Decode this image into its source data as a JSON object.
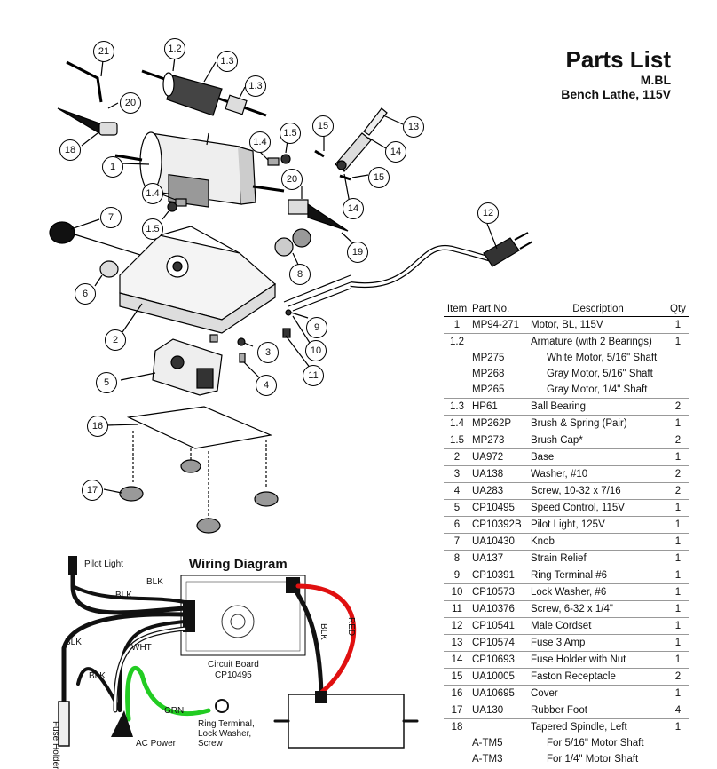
{
  "header": {
    "title": "Parts List",
    "model": "M.BL",
    "subtitle": "Bench Lathe, 115V"
  },
  "table": {
    "headers": {
      "item": "Item",
      "part": "Part No.",
      "desc": "Description",
      "qty": "Qty"
    },
    "rows": [
      {
        "item": "1",
        "part": "MP94-271",
        "desc": "Motor, BL, 115V",
        "qty": "1",
        "sep": false,
        "indent": false
      },
      {
        "item": "1.2",
        "part": "",
        "desc": "Armature (with 2 Bearings)",
        "qty": "1",
        "sep": true,
        "indent": false
      },
      {
        "item": "",
        "part": "MP275",
        "desc": "White Motor, 5/16\" Shaft",
        "qty": "",
        "sep": false,
        "indent": true
      },
      {
        "item": "",
        "part": "MP268",
        "desc": "Gray Motor, 5/16\" Shaft",
        "qty": "",
        "sep": false,
        "indent": true
      },
      {
        "item": "",
        "part": "MP265",
        "desc": "Gray Motor, 1/4\" Shaft",
        "qty": "",
        "sep": false,
        "indent": true
      },
      {
        "item": "1.3",
        "part": "HP61",
        "desc": "Ball Bearing",
        "qty": "2",
        "sep": true,
        "indent": false
      },
      {
        "item": "1.4",
        "part": "MP262P",
        "desc": "Brush & Spring (Pair)",
        "qty": "1",
        "sep": true,
        "indent": false
      },
      {
        "item": "1.5",
        "part": "MP273",
        "desc": "Brush Cap*",
        "qty": "2",
        "sep": true,
        "indent": false
      },
      {
        "item": "2",
        "part": "UA972",
        "desc": "Base",
        "qty": "1",
        "sep": true,
        "indent": false
      },
      {
        "item": "3",
        "part": "UA138",
        "desc": "Washer, #10",
        "qty": "2",
        "sep": true,
        "indent": false
      },
      {
        "item": "4",
        "part": "UA283",
        "desc": "Screw, 10-32 x 7/16",
        "qty": "2",
        "sep": true,
        "indent": false
      },
      {
        "item": "5",
        "part": "CP10495",
        "desc": "Speed Control, 115V",
        "qty": "1",
        "sep": true,
        "indent": false
      },
      {
        "item": "6",
        "part": "CP10392B",
        "desc": "Pilot Light, 125V",
        "qty": "1",
        "sep": true,
        "indent": false
      },
      {
        "item": "7",
        "part": "UA10430",
        "desc": "Knob",
        "qty": "1",
        "sep": true,
        "indent": false
      },
      {
        "item": "8",
        "part": "UA137",
        "desc": "Strain Relief",
        "qty": "1",
        "sep": true,
        "indent": false
      },
      {
        "item": "9",
        "part": "CP10391",
        "desc": "Ring Terminal #6",
        "qty": "1",
        "sep": true,
        "indent": false
      },
      {
        "item": "10",
        "part": "CP10573",
        "desc": "Lock Washer, #6",
        "qty": "1",
        "sep": true,
        "indent": false
      },
      {
        "item": "11",
        "part": "UA10376",
        "desc": "Screw, 6-32 x 1/4\"",
        "qty": "1",
        "sep": true,
        "indent": false
      },
      {
        "item": "12",
        "part": "CP10541",
        "desc": "Male Cordset",
        "qty": "1",
        "sep": true,
        "indent": false
      },
      {
        "item": "13",
        "part": "CP10574",
        "desc": "Fuse 3 Amp",
        "qty": "1",
        "sep": true,
        "indent": false
      },
      {
        "item": "14",
        "part": "CP10693",
        "desc": "Fuse Holder with Nut",
        "qty": "1",
        "sep": true,
        "indent": false
      },
      {
        "item": "15",
        "part": "UA10005",
        "desc": "Faston Receptacle",
        "qty": "2",
        "sep": true,
        "indent": false
      },
      {
        "item": "16",
        "part": "UA10695",
        "desc": "Cover",
        "qty": "1",
        "sep": true,
        "indent": false
      },
      {
        "item": "17",
        "part": "UA130",
        "desc": "Rubber Foot",
        "qty": "4",
        "sep": true,
        "indent": false
      },
      {
        "item": "18",
        "part": "",
        "desc": "Tapered Spindle, Left",
        "qty": "1",
        "sep": true,
        "indent": false
      },
      {
        "item": "",
        "part": "A-TM5",
        "desc": "For 5/16\" Motor Shaft",
        "qty": "",
        "sep": false,
        "indent": true
      },
      {
        "item": "",
        "part": "A-TM3",
        "desc": "For 1/4\" Motor Shaft",
        "qty": "",
        "sep": false,
        "indent": true
      }
    ]
  },
  "callouts": [
    "21",
    "1.2",
    "1.3",
    "1.3",
    "20",
    "18",
    "15",
    "13",
    "1.4",
    "1.5",
    "1",
    "14",
    "15",
    "20",
    "1.4",
    "14",
    "1.5",
    "7",
    "19",
    "12",
    "8",
    "6",
    "9",
    "2",
    "10",
    "3",
    "11",
    "5",
    "4",
    "16",
    "17"
  ],
  "wiring": {
    "title": "Wiring Diagram",
    "pilot_light": "Pilot Light",
    "blk1": "BLK",
    "blk2": "BLK",
    "blk3": "BLK",
    "blk4": "BLK",
    "blk5": "BLK",
    "wht": "WHT",
    "grn": "GRN",
    "red": "RED",
    "circuit_board": "Circuit Board",
    "circuit_board_part": "CP10495",
    "fuse_holder": "Fuse Holder",
    "ac_power": "AC Power",
    "ring_terminal": "Ring Terminal,",
    "lock_washer": "Lock Washer,",
    "screw": "Screw",
    "colors": {
      "red": "#e01010",
      "green": "#22cc22",
      "black": "#111111",
      "white_wire": "#ffffff"
    }
  }
}
